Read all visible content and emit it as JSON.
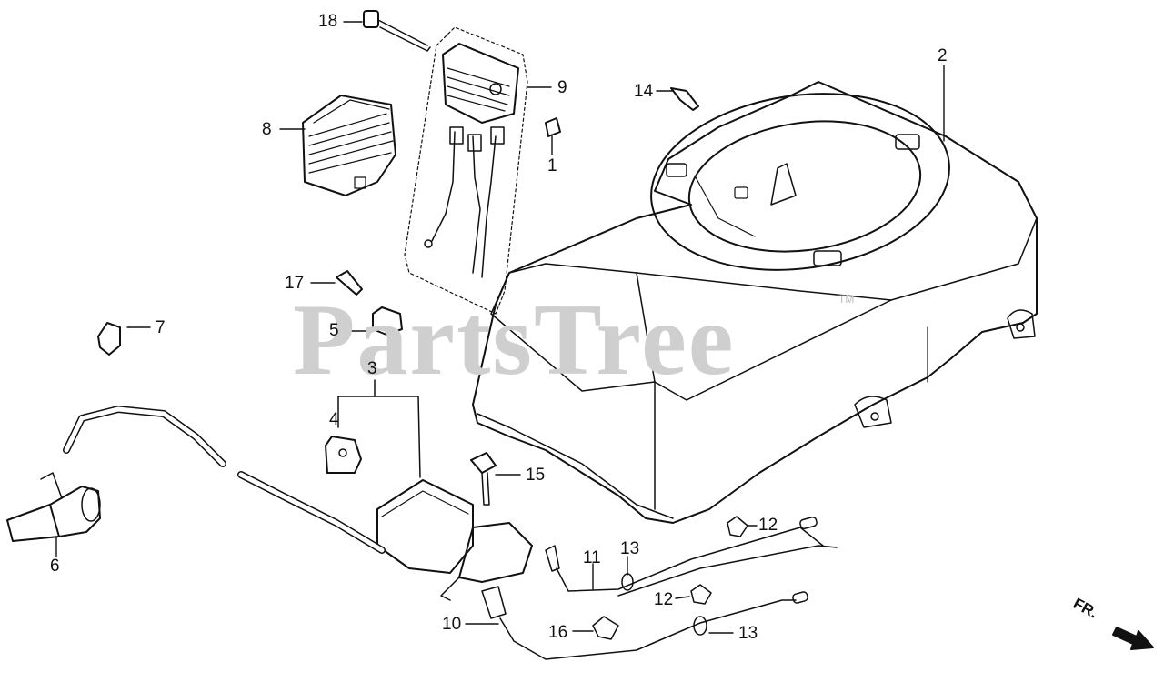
{
  "watermark": {
    "text": "PartsTree",
    "trademark": "TM"
  },
  "direction_indicator": {
    "label": "FR."
  },
  "callouts": [
    {
      "id": "c18",
      "text": "18"
    },
    {
      "id": "c9",
      "text": "9"
    },
    {
      "id": "c8",
      "text": "8"
    },
    {
      "id": "c14",
      "text": "14"
    },
    {
      "id": "c2",
      "text": "2"
    },
    {
      "id": "c1",
      "text": "1"
    },
    {
      "id": "c17",
      "text": "17"
    },
    {
      "id": "c7",
      "text": "7"
    },
    {
      "id": "c5",
      "text": "5"
    },
    {
      "id": "c3",
      "text": "3"
    },
    {
      "id": "c4",
      "text": "4"
    },
    {
      "id": "c15",
      "text": "15"
    },
    {
      "id": "c6",
      "text": "6"
    },
    {
      "id": "c12a",
      "text": "12"
    },
    {
      "id": "c11",
      "text": "11"
    },
    {
      "id": "c13a",
      "text": "13"
    },
    {
      "id": "c12b",
      "text": "12"
    },
    {
      "id": "c10",
      "text": "10"
    },
    {
      "id": "c16",
      "text": "16"
    },
    {
      "id": "c13b",
      "text": "13"
    }
  ]
}
